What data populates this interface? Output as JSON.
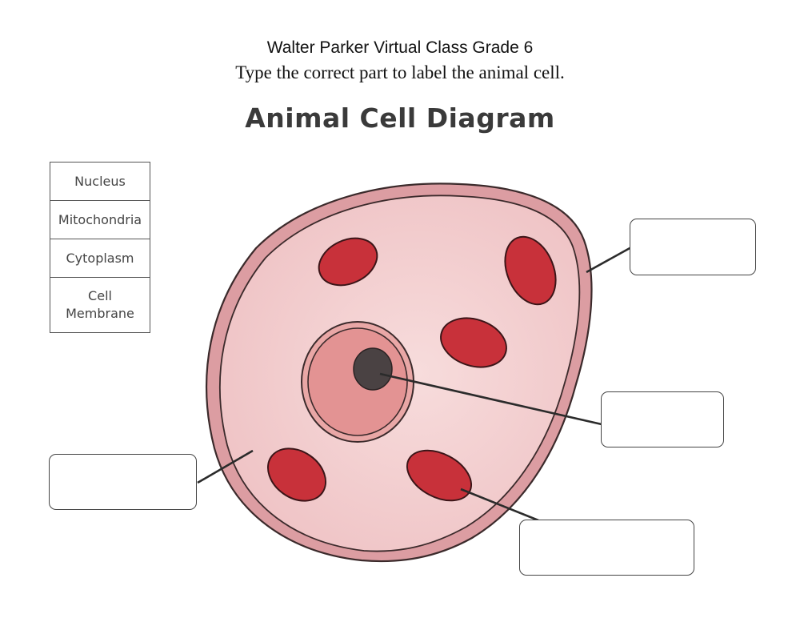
{
  "header": {
    "line1": "Walter Parker Virtual Class Grade 6",
    "line2": "Type the correct part to label the animal cell."
  },
  "diagram": {
    "title": "Animal Cell Diagram",
    "word_bank": [
      "Nucleus",
      "Mitochondria",
      "Cytoplasm",
      "Cell Membrane"
    ],
    "answer_boxes": {
      "cell_membrane_box": "",
      "nucleus_box": "",
      "mitochondria_box": "",
      "cytoplasm_box": ""
    },
    "colors": {
      "membrane": "#d99aa0",
      "membrane_outline": "#3b2a2b",
      "cytoplasm": "#f3cfd0",
      "nucleus_outer": "#e79b9b",
      "nucleolus": "#4a4243",
      "mitochondria": "#c8313a"
    }
  }
}
